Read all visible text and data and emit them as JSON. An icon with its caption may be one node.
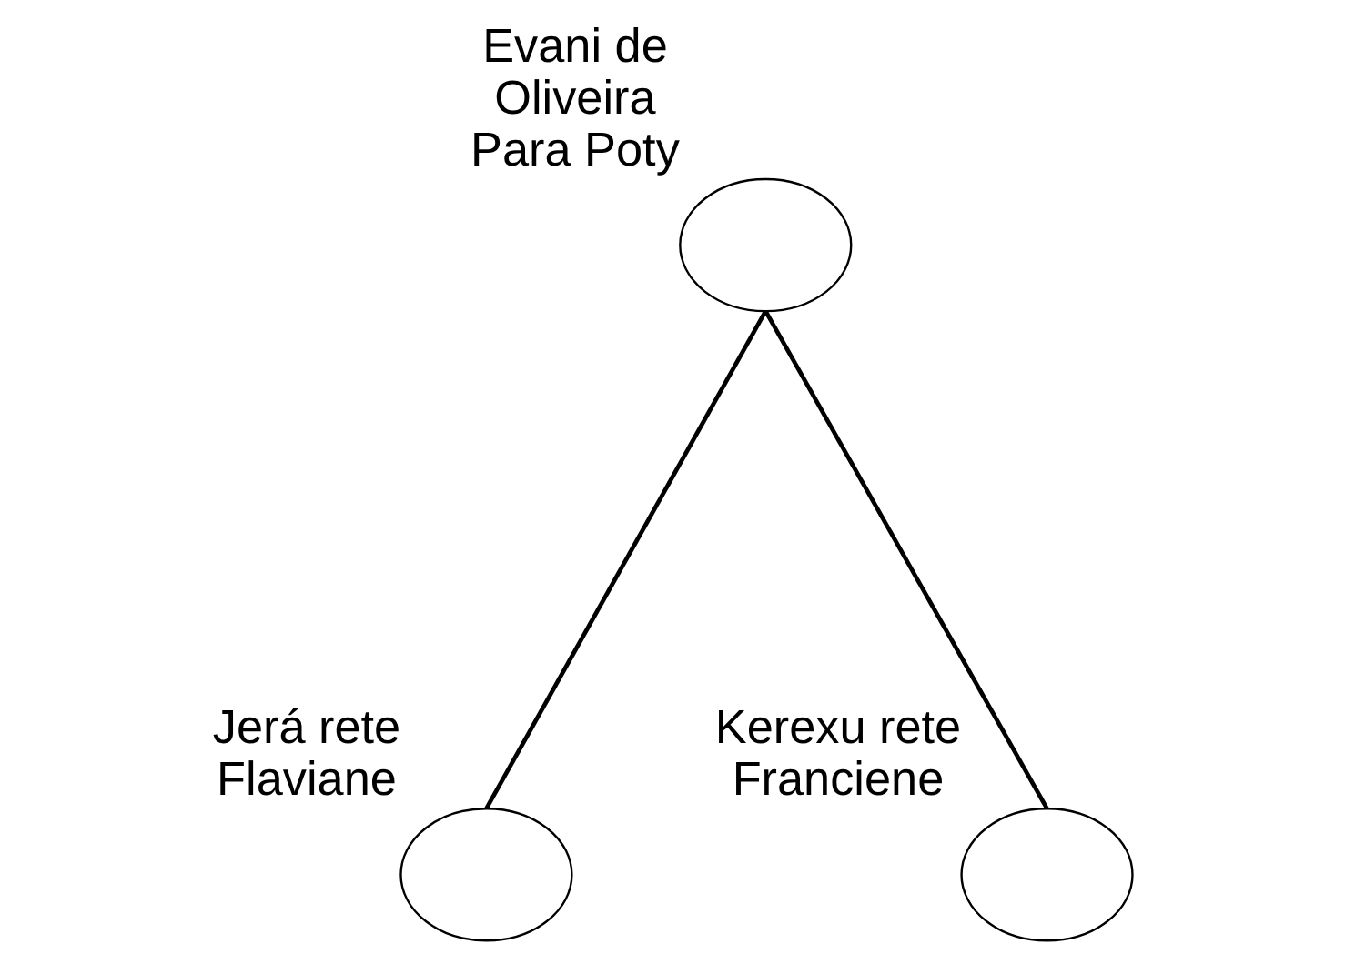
{
  "diagram": {
    "nodes": [
      {
        "text": [
          "Evani de Oliveira Para Poty"
        ]
      },
      {
        "text": [
          "Jerá rete Flaviane"
        ]
      },
      {
        "text": [
          "Kerexu rete Franciene"
        ]
      }
    ],
    "edges": [
      {
        "from": 0,
        "to": 1,
        "arrow": "none"
      },
      {
        "from": 0,
        "to": 2,
        "arrow": "none"
      }
    ]
  }
}
